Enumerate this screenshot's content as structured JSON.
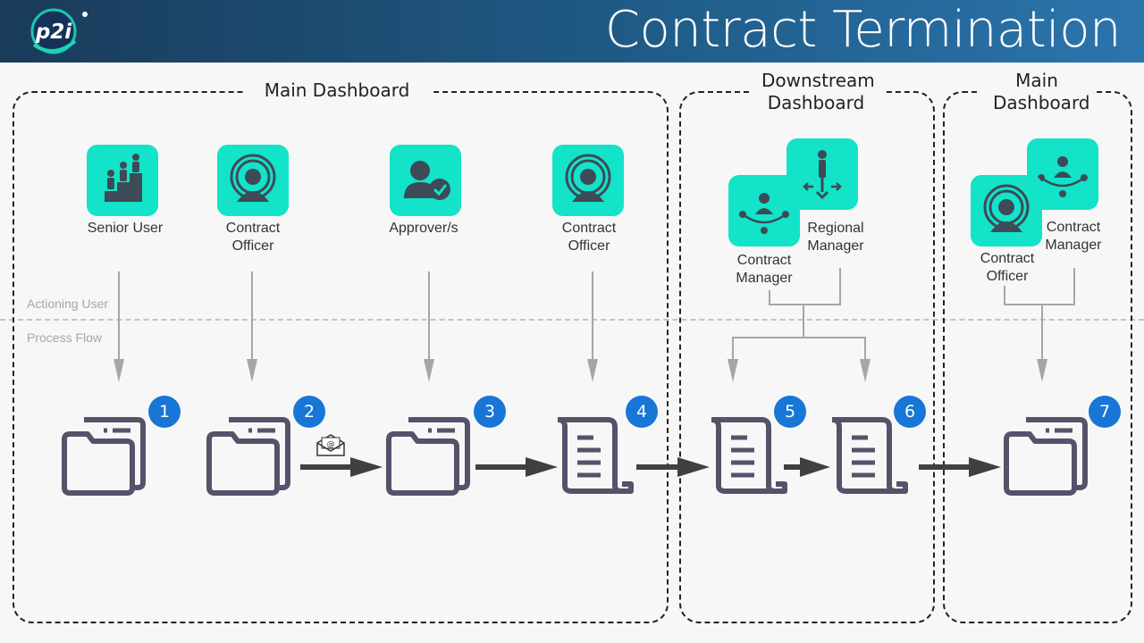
{
  "header": {
    "logo_text": "p2i",
    "title": "Contract Termination",
    "brand_color": "#1f5b86"
  },
  "panels": {
    "main_left": "Main Dashboard",
    "downstream": "Downstream\nDashboard",
    "main_right": "Main\nDashboard"
  },
  "lanes": {
    "actioning_user": "Actioning User",
    "process_flow": "Process Flow"
  },
  "roles": {
    "senior_user": "Senior User",
    "contract_officer_a": "Contract\nOfficer",
    "approvers": "Approver/s",
    "contract_officer_b": "Contract\nOfficer",
    "contract_manager_a": "Contract\nManager",
    "regional_manager": "Regional\nManager",
    "contract_officer_c": "Contract\nOfficer",
    "contract_manager_b": "Contract\nManager"
  },
  "steps": [
    {
      "number": "1",
      "icon": "folder-icon"
    },
    {
      "number": "2",
      "icon": "folder-icon"
    },
    {
      "number": "3",
      "icon": "folder-icon"
    },
    {
      "number": "4",
      "icon": "scroll-document-icon"
    },
    {
      "number": "5",
      "icon": "scroll-document-icon"
    },
    {
      "number": "6",
      "icon": "scroll-document-icon"
    },
    {
      "number": "7",
      "icon": "folder-icon"
    }
  ],
  "colors": {
    "tile": "#12e3c9",
    "badge": "#1776d6",
    "doc_stroke": "#55526a",
    "arrow": "#404040"
  }
}
